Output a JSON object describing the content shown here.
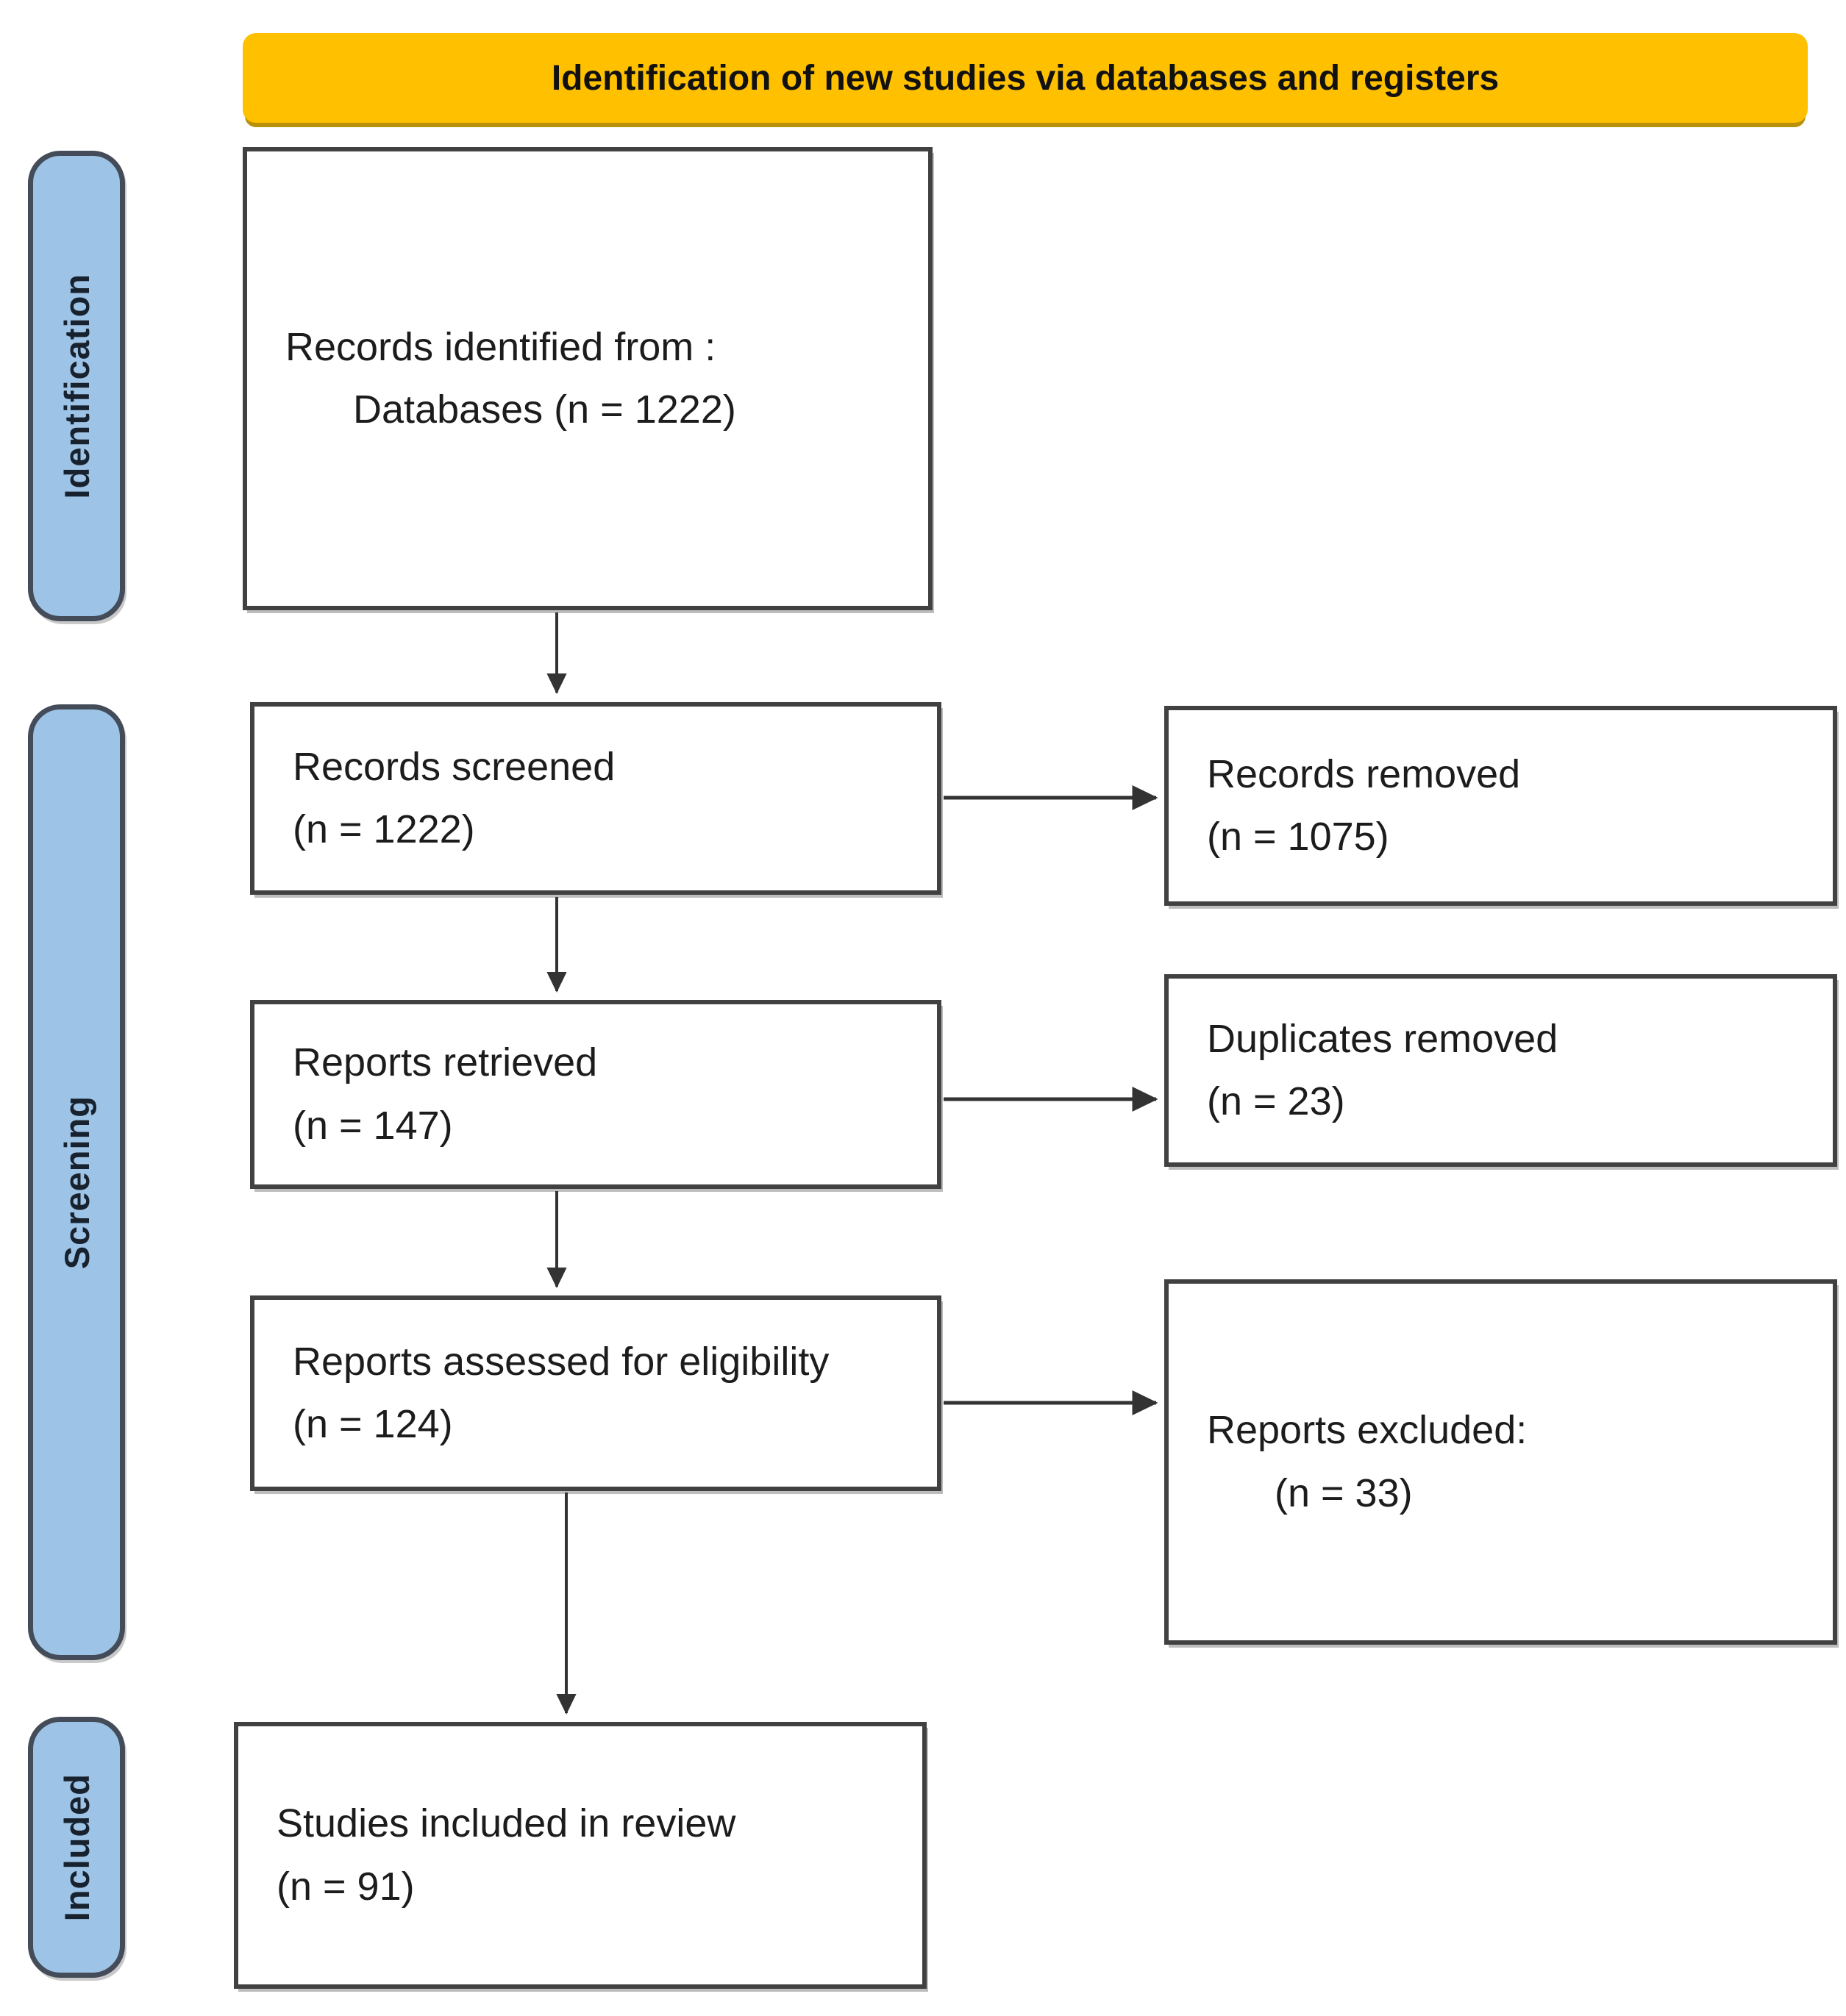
{
  "header": {
    "label": "Identification of new studies via databases and registers"
  },
  "stages": [
    {
      "label": "Identification"
    },
    {
      "label": "Screening"
    },
    {
      "label": "Included"
    }
  ],
  "boxes": {
    "identified": {
      "line1": "Records identified from :",
      "line2": "Databases (n = 1222)"
    },
    "screened": {
      "line1": "Records screened",
      "line2": "(n = 1222)"
    },
    "removed": {
      "line1": "Records removed",
      "line2": "(n = 1075)"
    },
    "retrieved": {
      "line1": "Reports retrieved",
      "line2": "(n = 147)"
    },
    "duplicates": {
      "line1": "Duplicates removed",
      "line2": "(n = 23)"
    },
    "assessed": {
      "line1": "Reports assessed for eligibility",
      "line2": "(n = 124)"
    },
    "excluded": {
      "line1": "Reports excluded:",
      "line2": "(n = 33)"
    },
    "included": {
      "line1": "Studies included in review",
      "line2": "(n = 91)"
    }
  },
  "colors": {
    "banner_fill": "#FFC000",
    "banner_shadow": "#B8900A",
    "stage_fill": "#9DC3E6",
    "stage_border": "#434C58",
    "box_border": "#414141",
    "arrow": "#333333",
    "text": "#1C1C1C"
  }
}
